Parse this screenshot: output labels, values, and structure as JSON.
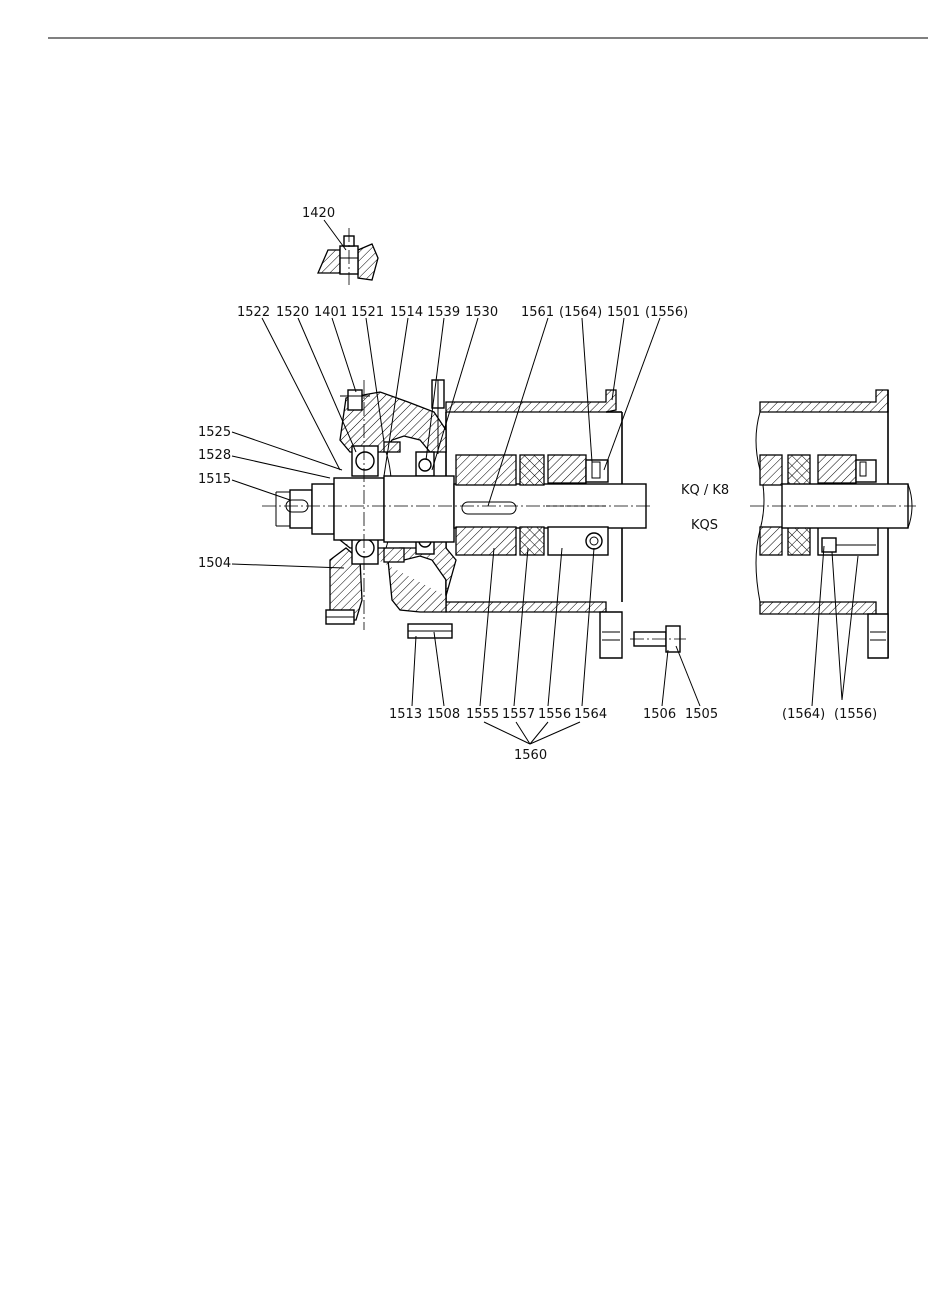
{
  "callouts": {
    "c1420": "1420",
    "c1522": "1522",
    "c1520": "1520",
    "c1401": "1401",
    "c1521": "1521",
    "c1514": "1514",
    "c1539": "1539",
    "c1530": "1530",
    "c1561": "1561",
    "c1564p": "(1564)",
    "c1501": "1501",
    "c1556p": "(1556)",
    "c1525": "1525",
    "c1528": "1528",
    "c1515": "1515",
    "c1504": "1504",
    "c1513": "1513",
    "c1508": "1508",
    "c1555": "1555",
    "c1557": "1557",
    "c1556": "1556",
    "c1564": "1564",
    "c1506": "1506",
    "c1505": "1505",
    "c1564p2": "(1564)",
    "c1556p2": "(1556)",
    "c1560": "1560"
  },
  "variants": {
    "kq_k8": "KQ / K8",
    "kqs": "KQS"
  }
}
